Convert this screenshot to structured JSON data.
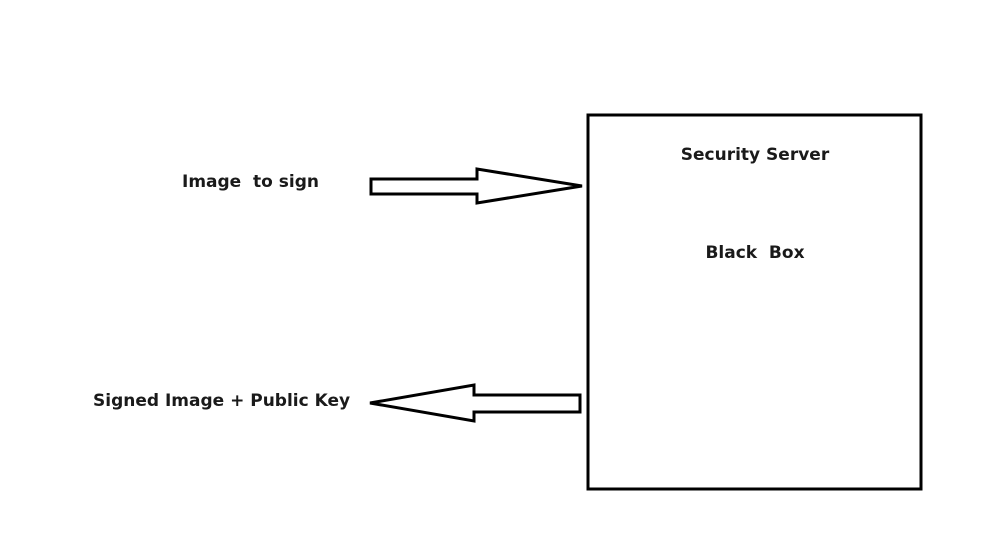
{
  "diagram": {
    "input_label": "Image  to sign",
    "output_label": "Signed Image + Public Key",
    "server": {
      "title": "Security Server",
      "subtitle": "Black  Box"
    }
  },
  "colors": {
    "stroke": "#000000",
    "background": "#ffffff",
    "text": "#1a1a1a"
  }
}
